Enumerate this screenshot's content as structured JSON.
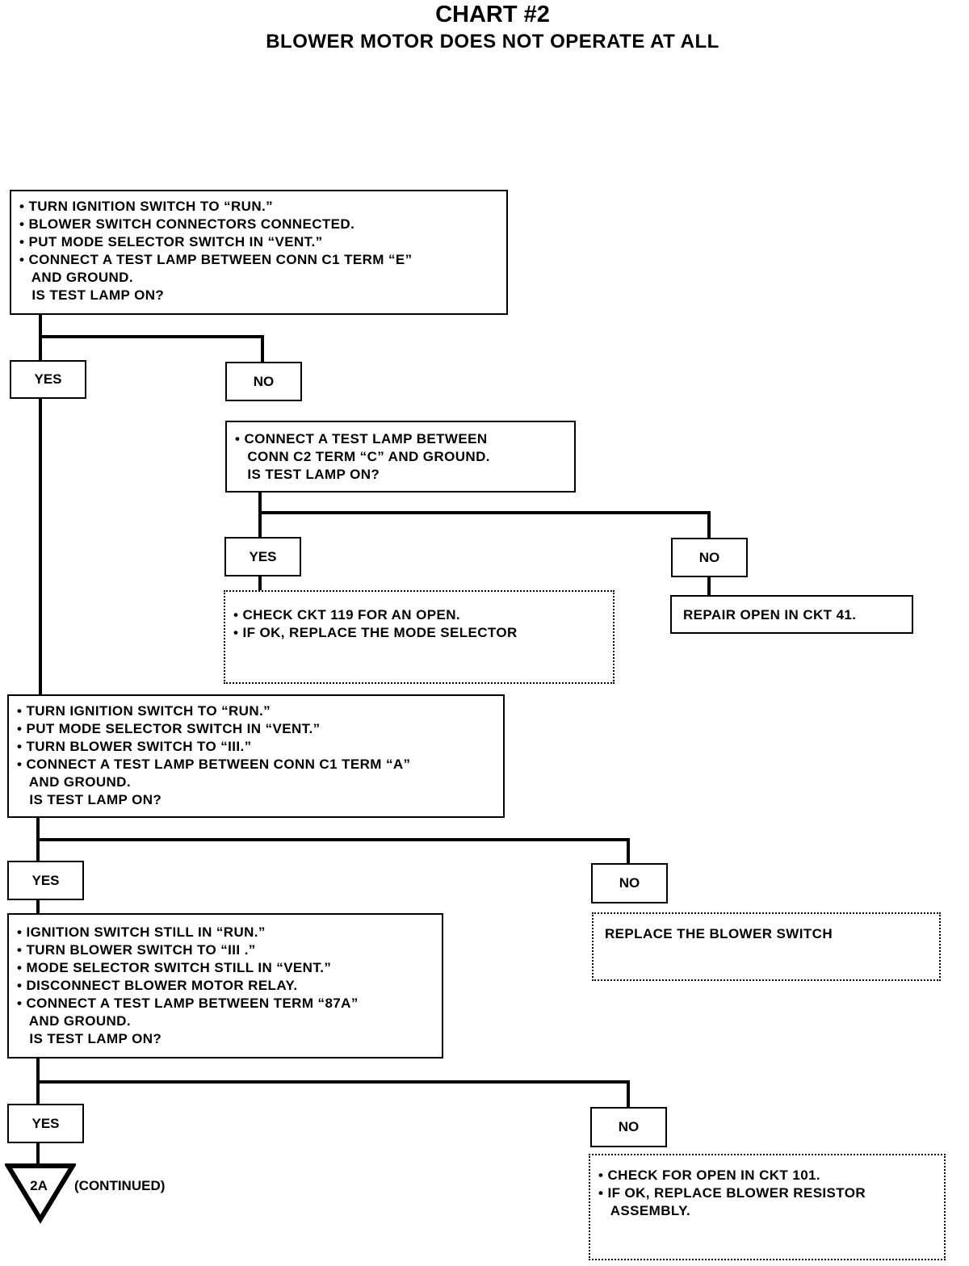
{
  "title": "CHART #2",
  "subtitle": "BLOWER MOTOR DOES NOT OPERATE AT ALL",
  "step1": {
    "lines": [
      "• TURN IGNITION SWITCH TO “RUN.”",
      "• BLOWER SWITCH CONNECTORS CONNECTED.",
      "• PUT MODE SELECTOR SWITCH IN “VENT.”",
      "• CONNECT A TEST LAMP BETWEEN CONN C1 TERM “E”",
      "   AND GROUND.",
      "   IS TEST LAMP ON?"
    ]
  },
  "step1_yes": "YES",
  "step1_no": "NO",
  "step2": {
    "lines": [
      "• CONNECT A TEST LAMP BETWEEN",
      "   CONN C2 TERM “C” AND GROUND.",
      "   IS TEST LAMP ON?"
    ]
  },
  "step2_yes": "YES",
  "step2_no": "NO",
  "step2_yes_action": {
    "lines": [
      "• CHECK CKT 119 FOR AN OPEN.",
      "• IF OK, REPLACE THE MODE SELECTOR"
    ]
  },
  "step2_no_action": {
    "lines": [
      "REPAIR OPEN IN CKT 41."
    ]
  },
  "step3": {
    "lines": [
      "• TURN IGNITION SWITCH TO “RUN.”",
      "• PUT MODE SELECTOR SWITCH IN “VENT.”",
      "• TURN BLOWER SWITCH TO “III.”",
      "• CONNECT A TEST LAMP BETWEEN CONN C1 TERM “A”",
      "   AND GROUND.",
      "   IS TEST LAMP ON?"
    ]
  },
  "step3_yes": "YES",
  "step3_no": "NO",
  "step3_no_action": {
    "lines": [
      "REPLACE THE BLOWER SWITCH"
    ]
  },
  "step4": {
    "lines": [
      "• IGNITION SWITCH STILL IN “RUN.”",
      "• TURN BLOWER SWITCH TO “III .”",
      "• MODE SELECTOR SWITCH STILL IN “VENT.”",
      "• DISCONNECT BLOWER MOTOR RELAY.",
      "• CONNECT A TEST LAMP BETWEEN TERM “87A”",
      "   AND GROUND.",
      "   IS TEST LAMP ON?"
    ]
  },
  "step4_yes": "YES",
  "step4_no": "NO",
  "step4_no_action": {
    "lines": [
      "• CHECK FOR OPEN IN CKT 101.",
      "• IF OK, REPLACE BLOWER RESISTOR",
      "   ASSEMBLY."
    ]
  },
  "connector": {
    "label": "2A",
    "note": "(CONTINUED)"
  }
}
